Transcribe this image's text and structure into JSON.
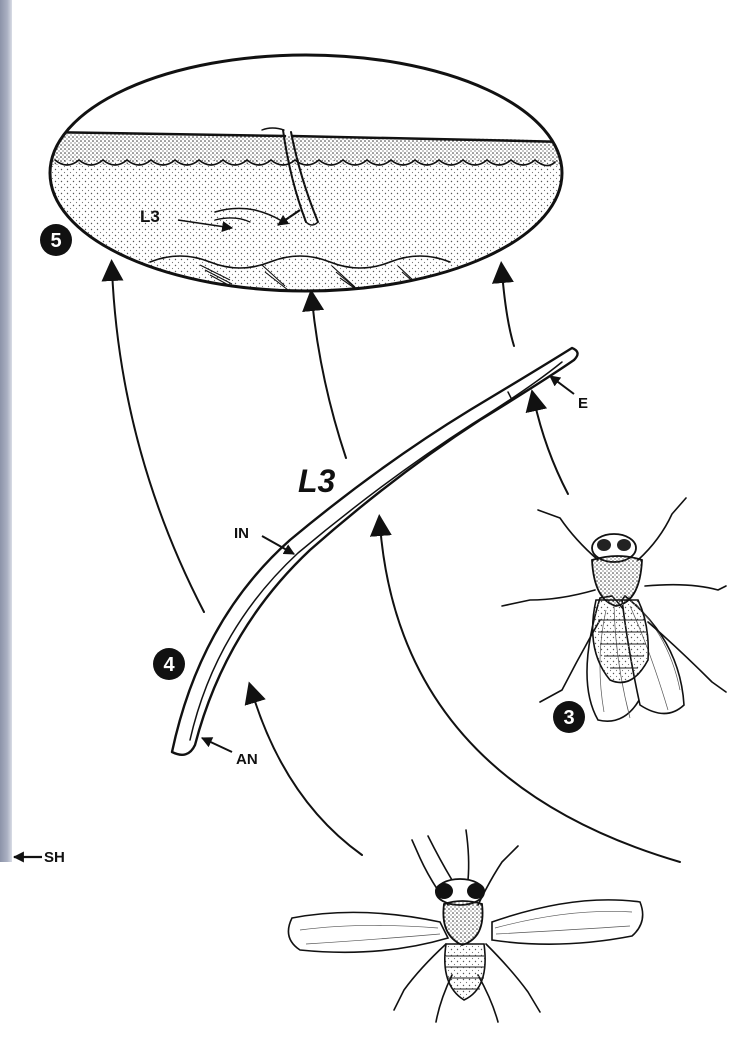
{
  "stage_numbers": {
    "skin": "5",
    "worm": "4",
    "fly_engorged": "3"
  },
  "labels": {
    "larva_in_skin": "L3",
    "larva_main": "L3",
    "intestine": "IN",
    "esophagus": "E",
    "anus": "AN",
    "sheath": "SH"
  }
}
